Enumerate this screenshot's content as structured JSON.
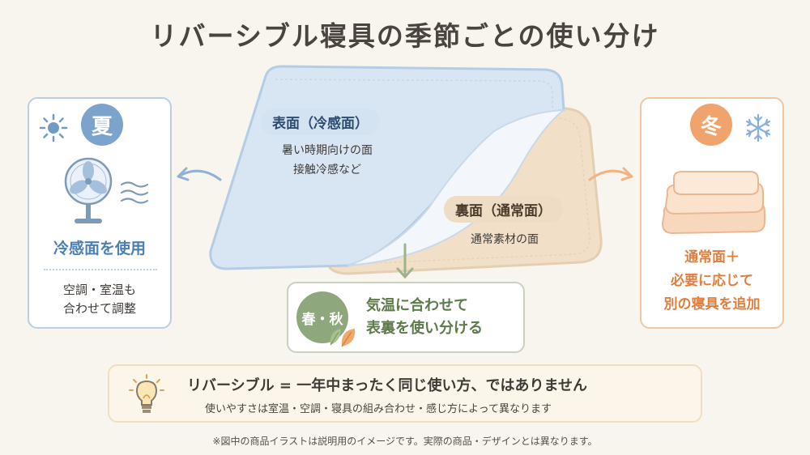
{
  "title": "リバーシブル寝具の季節ごとの使い分け",
  "summer": {
    "badge": "夏",
    "main_label": "冷感面を使用",
    "sub_lines": [
      "空調・室温も",
      "合わせて調整"
    ],
    "icons": [
      "sun-icon",
      "fan-icon",
      "wind-icon"
    ],
    "accent": "#7ba3cc"
  },
  "winter": {
    "badge": "冬",
    "main_lines": [
      "通常面＋",
      "必要に応じて",
      "別の寝具を追加"
    ],
    "icons": [
      "snowflake-icon",
      "folded-blanket-icon"
    ],
    "accent": "#f0a36c"
  },
  "blanket": {
    "cool_side": {
      "label": "表面（冷感面）",
      "desc_lines": [
        "暑い時期向けの面",
        "接触冷感など"
      ],
      "color": "#d3e3f2"
    },
    "normal_side": {
      "label": "裏面（通常面）",
      "desc_lines": [
        "通常素材の面"
      ],
      "color": "#efdcc5"
    }
  },
  "spring_autumn": {
    "badge": "春・秋",
    "text_lines": [
      "気温に合わせて",
      "表裏を使い分ける"
    ],
    "icons": [
      "leaves-icon"
    ],
    "accent": "#8ea77c"
  },
  "info": {
    "main": "リバーシブル = 一年中まったく同じ使い方、ではありません",
    "sub": "使いやすさは室温・空調・寝具の組み合わせ・感じ方によって異なります",
    "icon": "lightbulb-icon"
  },
  "footnote": "※図中の商品イラストは説明用のイメージです。実際の商品・デザインとは異なります。"
}
